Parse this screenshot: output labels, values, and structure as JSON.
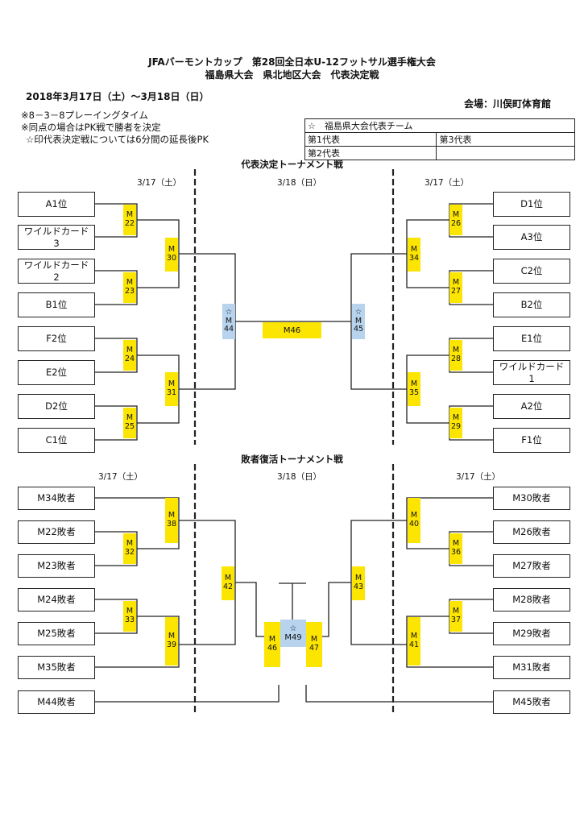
{
  "header": {
    "title_line1": "JFAバーモントカップ　第28回全日本U-12フットサル選手権大会",
    "title_line2": "福島県大会　県北地区大会　代表決定戦",
    "date_range": "2018年3月17日（土）～3月18日（日）",
    "venue": "会場：川俣町体育館"
  },
  "notes": [
    "※8－3－8プレーイングタイム",
    "※同点の場合はPK戦で勝者を決定",
    "☆印代表決定戦については6分間の延長後PK"
  ],
  "representatives": {
    "header": "☆　福島県大会代表チーム",
    "first": "第1代表",
    "second": "第2代表",
    "third": "第3代表"
  },
  "top_bracket": {
    "title": "代表決定トーナメント戦",
    "day1_left": "3/17（土）",
    "day2": "3/18（日）",
    "day1_right": "3/17（土）",
    "left_teams": [
      "A1位",
      "ワイルドカード\n3",
      "ワイルドカード\n2",
      "B1位",
      "F2位",
      "E2位",
      "D2位",
      "C1位"
    ],
    "right_teams": [
      "D1位",
      "A3位",
      "C2位",
      "B2位",
      "E1位",
      "ワイルドカード\n1",
      "A2位",
      "F1位"
    ],
    "matches": {
      "m22": "22",
      "m23": "23",
      "m24": "24",
      "m25": "25",
      "m30": "30",
      "m31": "31",
      "m26": "26",
      "m27": "27",
      "m28": "28",
      "m29": "29",
      "m34": "34",
      "m35": "35",
      "m44": "44",
      "m45": "45",
      "m46": "M46"
    }
  },
  "bottom_bracket": {
    "title": "敗者復活トーナメント戦",
    "day1_left": "3/17（土）",
    "day2": "3/18（日）",
    "day1_right": "3/17（土）",
    "left_teams": [
      "M34敗者",
      "M22敗者",
      "M23敗者",
      "M24敗者",
      "M25敗者",
      "M35敗者",
      "M44敗者"
    ],
    "right_teams": [
      "M30敗者",
      "M26敗者",
      "M27敗者",
      "M28敗者",
      "M29敗者",
      "M31敗者",
      "M45敗者"
    ],
    "matches": {
      "m38": "38",
      "m32": "32",
      "m33": "33",
      "m39": "39",
      "m40": "40",
      "m36": "36",
      "m37": "37",
      "m41": "41",
      "m42": "42",
      "m43": "43",
      "m46": "46",
      "m47": "47",
      "m49": "M49"
    }
  },
  "labels": {
    "m": "M",
    "star": "☆"
  }
}
